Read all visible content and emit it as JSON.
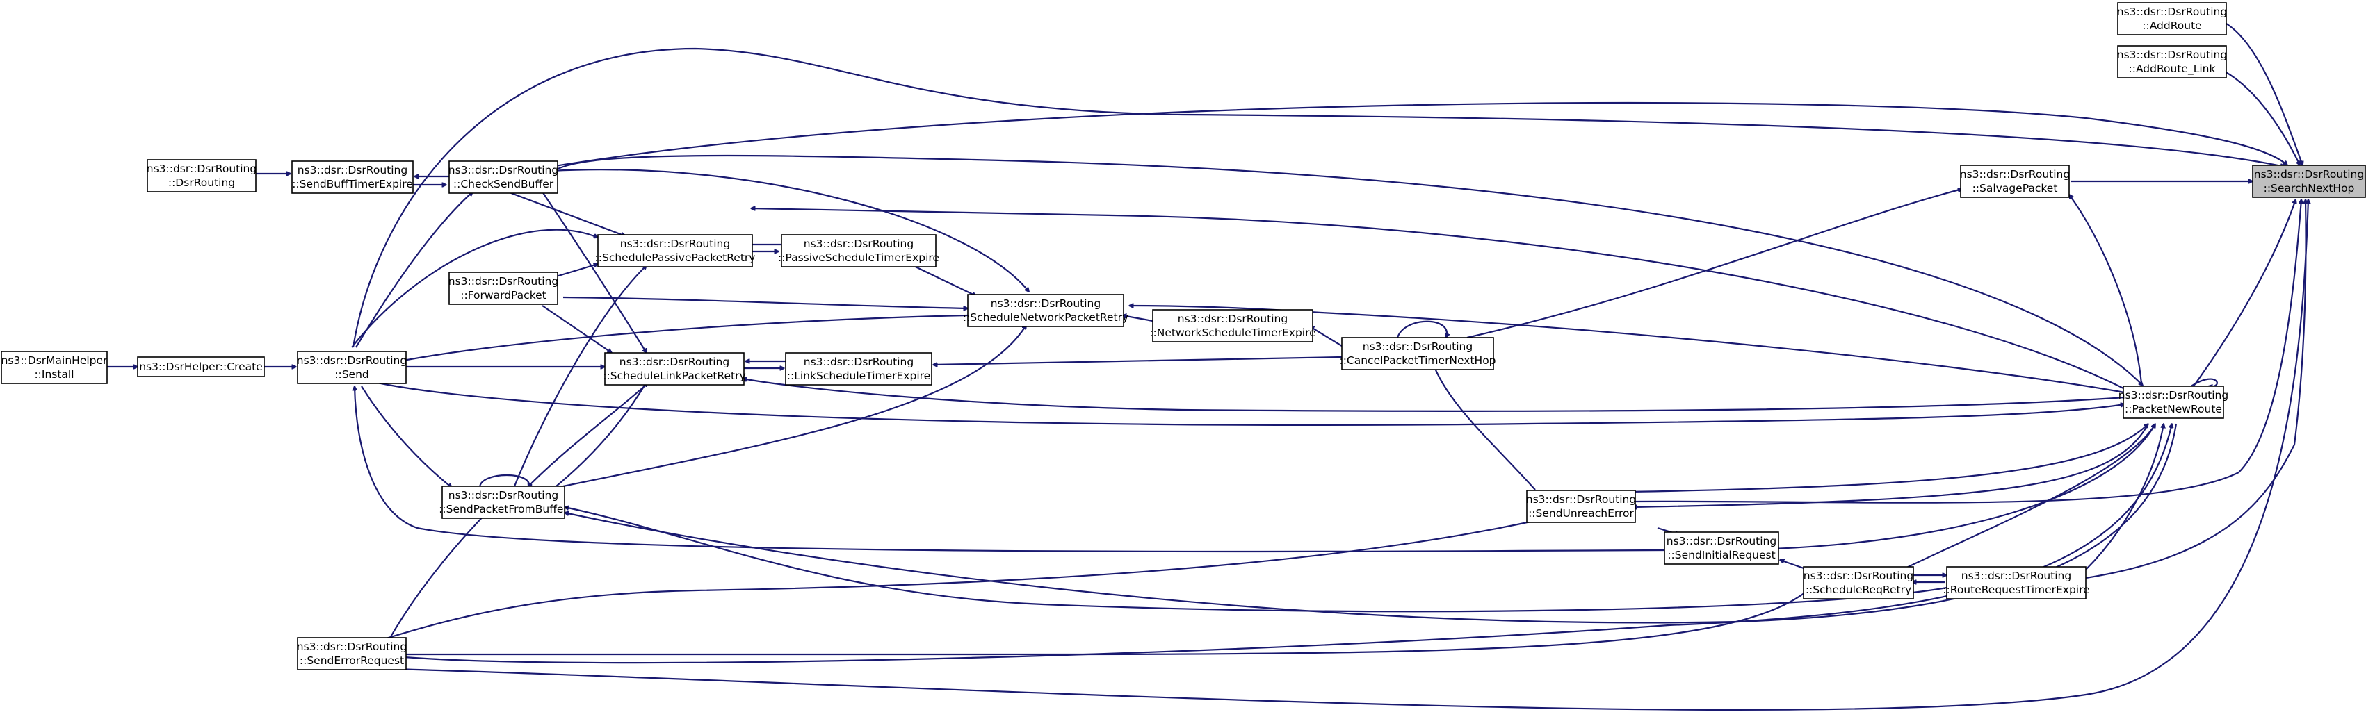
{
  "diagram": {
    "type": "caller-graph",
    "colors": {
      "edge": "#191970",
      "node_border": "#000000",
      "node_fill": "#ffffff",
      "target_fill": "#bfbfbf"
    },
    "nodes": [
      {
        "id": "searchnexthop",
        "lines": [
          "ns3::dsr::DsrRouting",
          "::SearchNextHop"
        ],
        "highlighted": true
      },
      {
        "id": "addroute",
        "lines": [
          "ns3::dsr::DsrRouting",
          "::AddRoute"
        ]
      },
      {
        "id": "addroute_link",
        "lines": [
          "ns3::dsr::DsrRouting",
          "::AddRoute_Link"
        ]
      },
      {
        "id": "salvagepacket",
        "lines": [
          "ns3::dsr::DsrRouting",
          "::SalvagePacket"
        ]
      },
      {
        "id": "packetnewroute",
        "lines": [
          "ns3::dsr::DsrRouting",
          "::PacketNewRoute"
        ]
      },
      {
        "id": "routerequesttimerexpire",
        "lines": [
          "ns3::dsr::DsrRouting",
          "::RouteRequestTimerExpire"
        ]
      },
      {
        "id": "schedulereqretry",
        "lines": [
          "ns3::dsr::DsrRouting",
          "::ScheduleReqRetry"
        ]
      },
      {
        "id": "sendinitialrequest",
        "lines": [
          "ns3::dsr::DsrRouting",
          "::SendInitialRequest"
        ]
      },
      {
        "id": "sendunreacherror",
        "lines": [
          "ns3::dsr::DsrRouting",
          "::SendUnreachError"
        ]
      },
      {
        "id": "cancelpackettimernexthop",
        "lines": [
          "ns3::dsr::DsrRouting",
          "::CancelPacketTimerNextHop"
        ]
      },
      {
        "id": "networkscheduletimerexpire",
        "lines": [
          "ns3::dsr::DsrRouting",
          "::NetworkScheduleTimerExpire"
        ]
      },
      {
        "id": "schedulenetworkpacketretry",
        "lines": [
          "ns3::dsr::DsrRouting",
          "::ScheduleNetworkPacketRetry"
        ]
      },
      {
        "id": "passivescheduletimerexpire",
        "lines": [
          "ns3::dsr::DsrRouting",
          "::PassiveScheduleTimerExpire"
        ]
      },
      {
        "id": "linkscheduletimerexpire",
        "lines": [
          "ns3::dsr::DsrRouting",
          "::LinkScheduleTimerExpire"
        ]
      },
      {
        "id": "schedulepassivepacketretry",
        "lines": [
          "ns3::dsr::DsrRouting",
          "::SchedulePassivePacketRetry"
        ]
      },
      {
        "id": "schedulelinkpacketretry",
        "lines": [
          "ns3::dsr::DsrRouting",
          "::ScheduleLinkPacketRetry"
        ]
      },
      {
        "id": "forwardpacket",
        "lines": [
          "ns3::dsr::DsrRouting",
          "::ForwardPacket"
        ]
      },
      {
        "id": "checksendbuffer",
        "lines": [
          "ns3::dsr::DsrRouting",
          "::CheckSendBuffer"
        ]
      },
      {
        "id": "sendbufftimerexpire",
        "lines": [
          "ns3::dsr::DsrRouting",
          "::SendBuffTimerExpire"
        ]
      },
      {
        "id": "dsrrouting",
        "lines": [
          "ns3::dsr::DsrRouting",
          "::DsrRouting"
        ]
      },
      {
        "id": "send",
        "lines": [
          "ns3::dsr::DsrRouting",
          "::Send"
        ]
      },
      {
        "id": "sendpacketfrombuffer",
        "lines": [
          "ns3::dsr::DsrRouting",
          "::SendPacketFromBuffer"
        ]
      },
      {
        "id": "senderrorrequest",
        "lines": [
          "ns3::dsr::DsrRouting",
          "::SendErrorRequest"
        ]
      },
      {
        "id": "dsrhelpercreate",
        "lines": [
          "ns3::DsrHelper::Create"
        ]
      },
      {
        "id": "dsrmainhelperinstall",
        "lines": [
          "ns3::DsrMainHelper",
          "::Install"
        ]
      }
    ]
  }
}
